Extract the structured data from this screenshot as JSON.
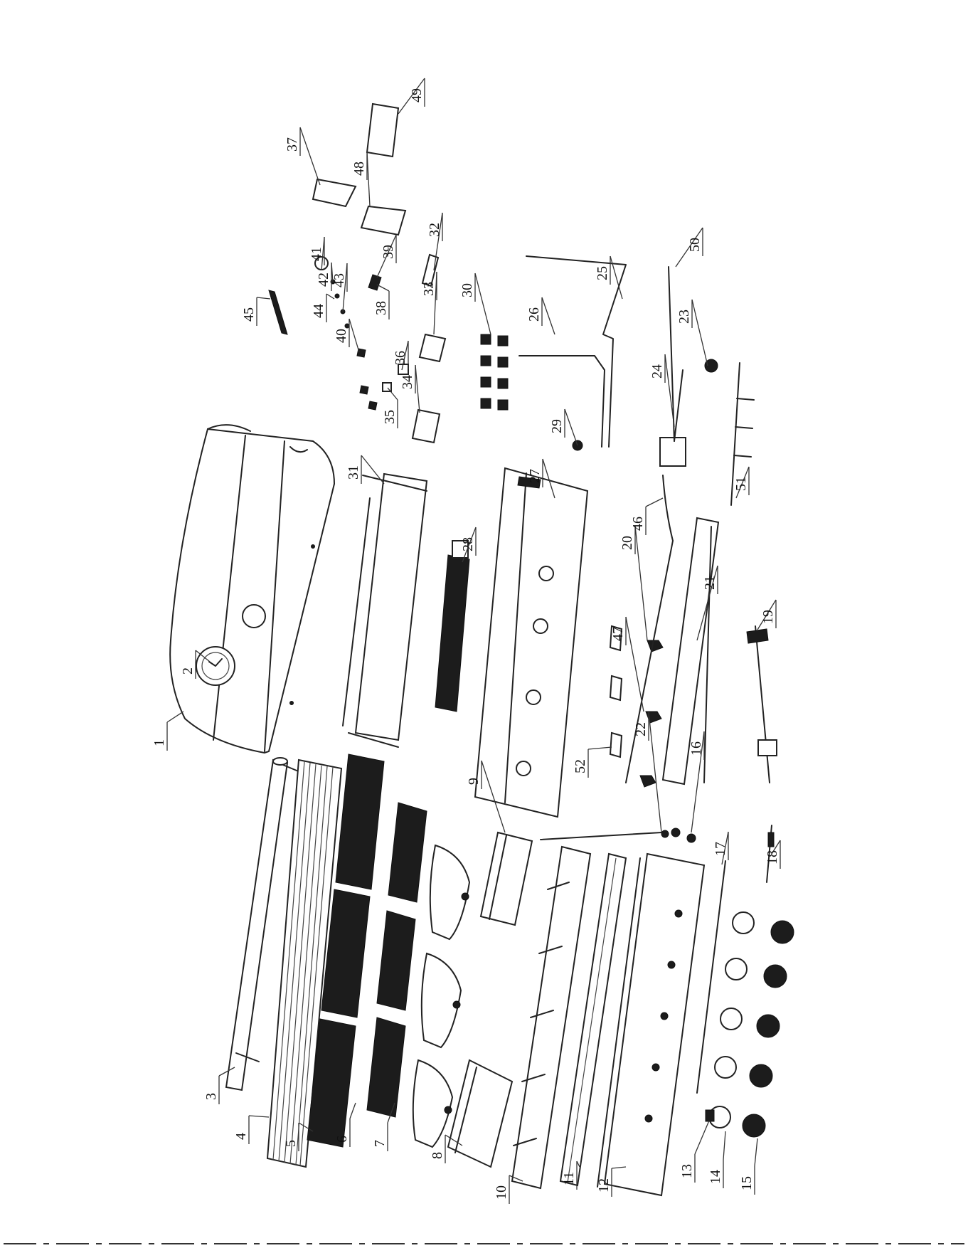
{
  "callouts": [
    {
      "id": "c1",
      "text": "1"
    },
    {
      "id": "c2",
      "text": "2"
    },
    {
      "id": "c3",
      "text": "3"
    },
    {
      "id": "c4",
      "text": "4"
    },
    {
      "id": "c5",
      "text": "5"
    },
    {
      "id": "c6",
      "text": "6"
    },
    {
      "id": "c7",
      "text": "7"
    },
    {
      "id": "c8",
      "text": "8"
    },
    {
      "id": "c9",
      "text": "9"
    },
    {
      "id": "c10",
      "text": "10"
    },
    {
      "id": "c11",
      "text": "11"
    },
    {
      "id": "c12",
      "text": "12"
    },
    {
      "id": "c13",
      "text": "13"
    },
    {
      "id": "c14",
      "text": "14"
    },
    {
      "id": "c15",
      "text": "15"
    },
    {
      "id": "c16",
      "text": "16"
    },
    {
      "id": "c17",
      "text": "17"
    },
    {
      "id": "c18",
      "text": "18"
    },
    {
      "id": "c19",
      "text": "19"
    },
    {
      "id": "c20",
      "text": "20"
    },
    {
      "id": "c21",
      "text": "21"
    },
    {
      "id": "c22",
      "text": "22"
    },
    {
      "id": "c23",
      "text": "23"
    },
    {
      "id": "c24",
      "text": "24"
    },
    {
      "id": "c25",
      "text": "25"
    },
    {
      "id": "c26",
      "text": "26"
    },
    {
      "id": "c27",
      "text": "27"
    },
    {
      "id": "c28",
      "text": "28"
    },
    {
      "id": "c29",
      "text": "29"
    },
    {
      "id": "c30",
      "text": "30"
    },
    {
      "id": "c31",
      "text": "31"
    },
    {
      "id": "c32",
      "text": "32"
    },
    {
      "id": "c33",
      "text": "33"
    },
    {
      "id": "c34",
      "text": "34"
    },
    {
      "id": "c35",
      "text": "35"
    },
    {
      "id": "c36",
      "text": "36"
    },
    {
      "id": "c37",
      "text": "37"
    },
    {
      "id": "c38",
      "text": "38"
    },
    {
      "id": "c39",
      "text": "39"
    },
    {
      "id": "c40",
      "text": "40"
    },
    {
      "id": "c41",
      "text": "41"
    },
    {
      "id": "c42",
      "text": "42"
    },
    {
      "id": "c43",
      "text": "43"
    },
    {
      "id": "c44",
      "text": "44"
    },
    {
      "id": "c45",
      "text": "45"
    },
    {
      "id": "c46",
      "text": "46"
    },
    {
      "id": "c47",
      "text": "47"
    },
    {
      "id": "c48",
      "text": "48"
    },
    {
      "id": "c49",
      "text": "49"
    },
    {
      "id": "c50",
      "text": "50"
    },
    {
      "id": "c51",
      "text": "51"
    },
    {
      "id": "c52",
      "text": "52"
    }
  ]
}
